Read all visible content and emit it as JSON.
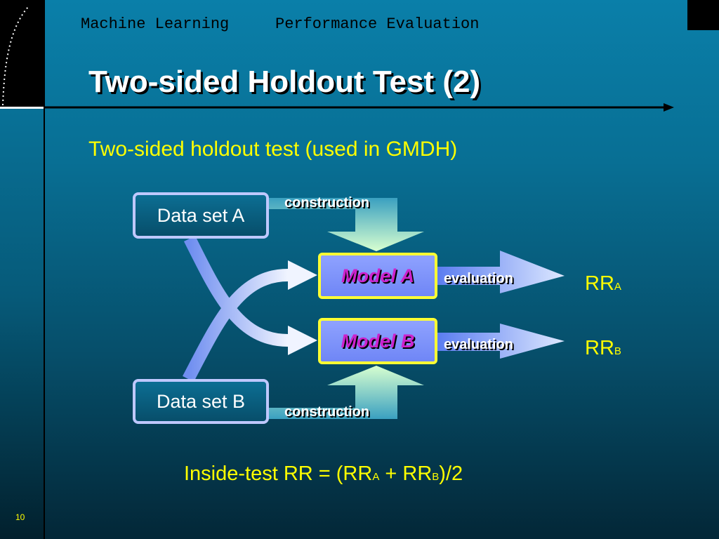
{
  "header": {
    "course": "Machine Learning",
    "section": "Performance Evaluation"
  },
  "slide": {
    "title": "Two-sided Holdout Test (2)",
    "subtitle": "Two-sided holdout test (used in GMDH)",
    "page_number": "10"
  },
  "diagram": {
    "data_set_a": "Data set A",
    "data_set_b": "Data set B",
    "model_a": "Model A",
    "model_b": "Model B",
    "construction_top": "construction",
    "construction_bottom": "construction",
    "evaluation_a": "evaluation",
    "evaluation_b": "evaluation",
    "rr_a": {
      "main": "RR",
      "sub": "A"
    },
    "rr_b": {
      "main": "RR",
      "sub": "B"
    }
  },
  "formula": {
    "prefix": "Inside-test RR = (RR",
    "sub_a": "A",
    "middle": " + RR",
    "sub_b": "B",
    "suffix": ")/2"
  },
  "colors": {
    "title": "#ffffff",
    "accent": "#ffff00",
    "model_text": "#cc22cc",
    "box_border": "#bfc8ff",
    "model_border": "#ffff33"
  }
}
